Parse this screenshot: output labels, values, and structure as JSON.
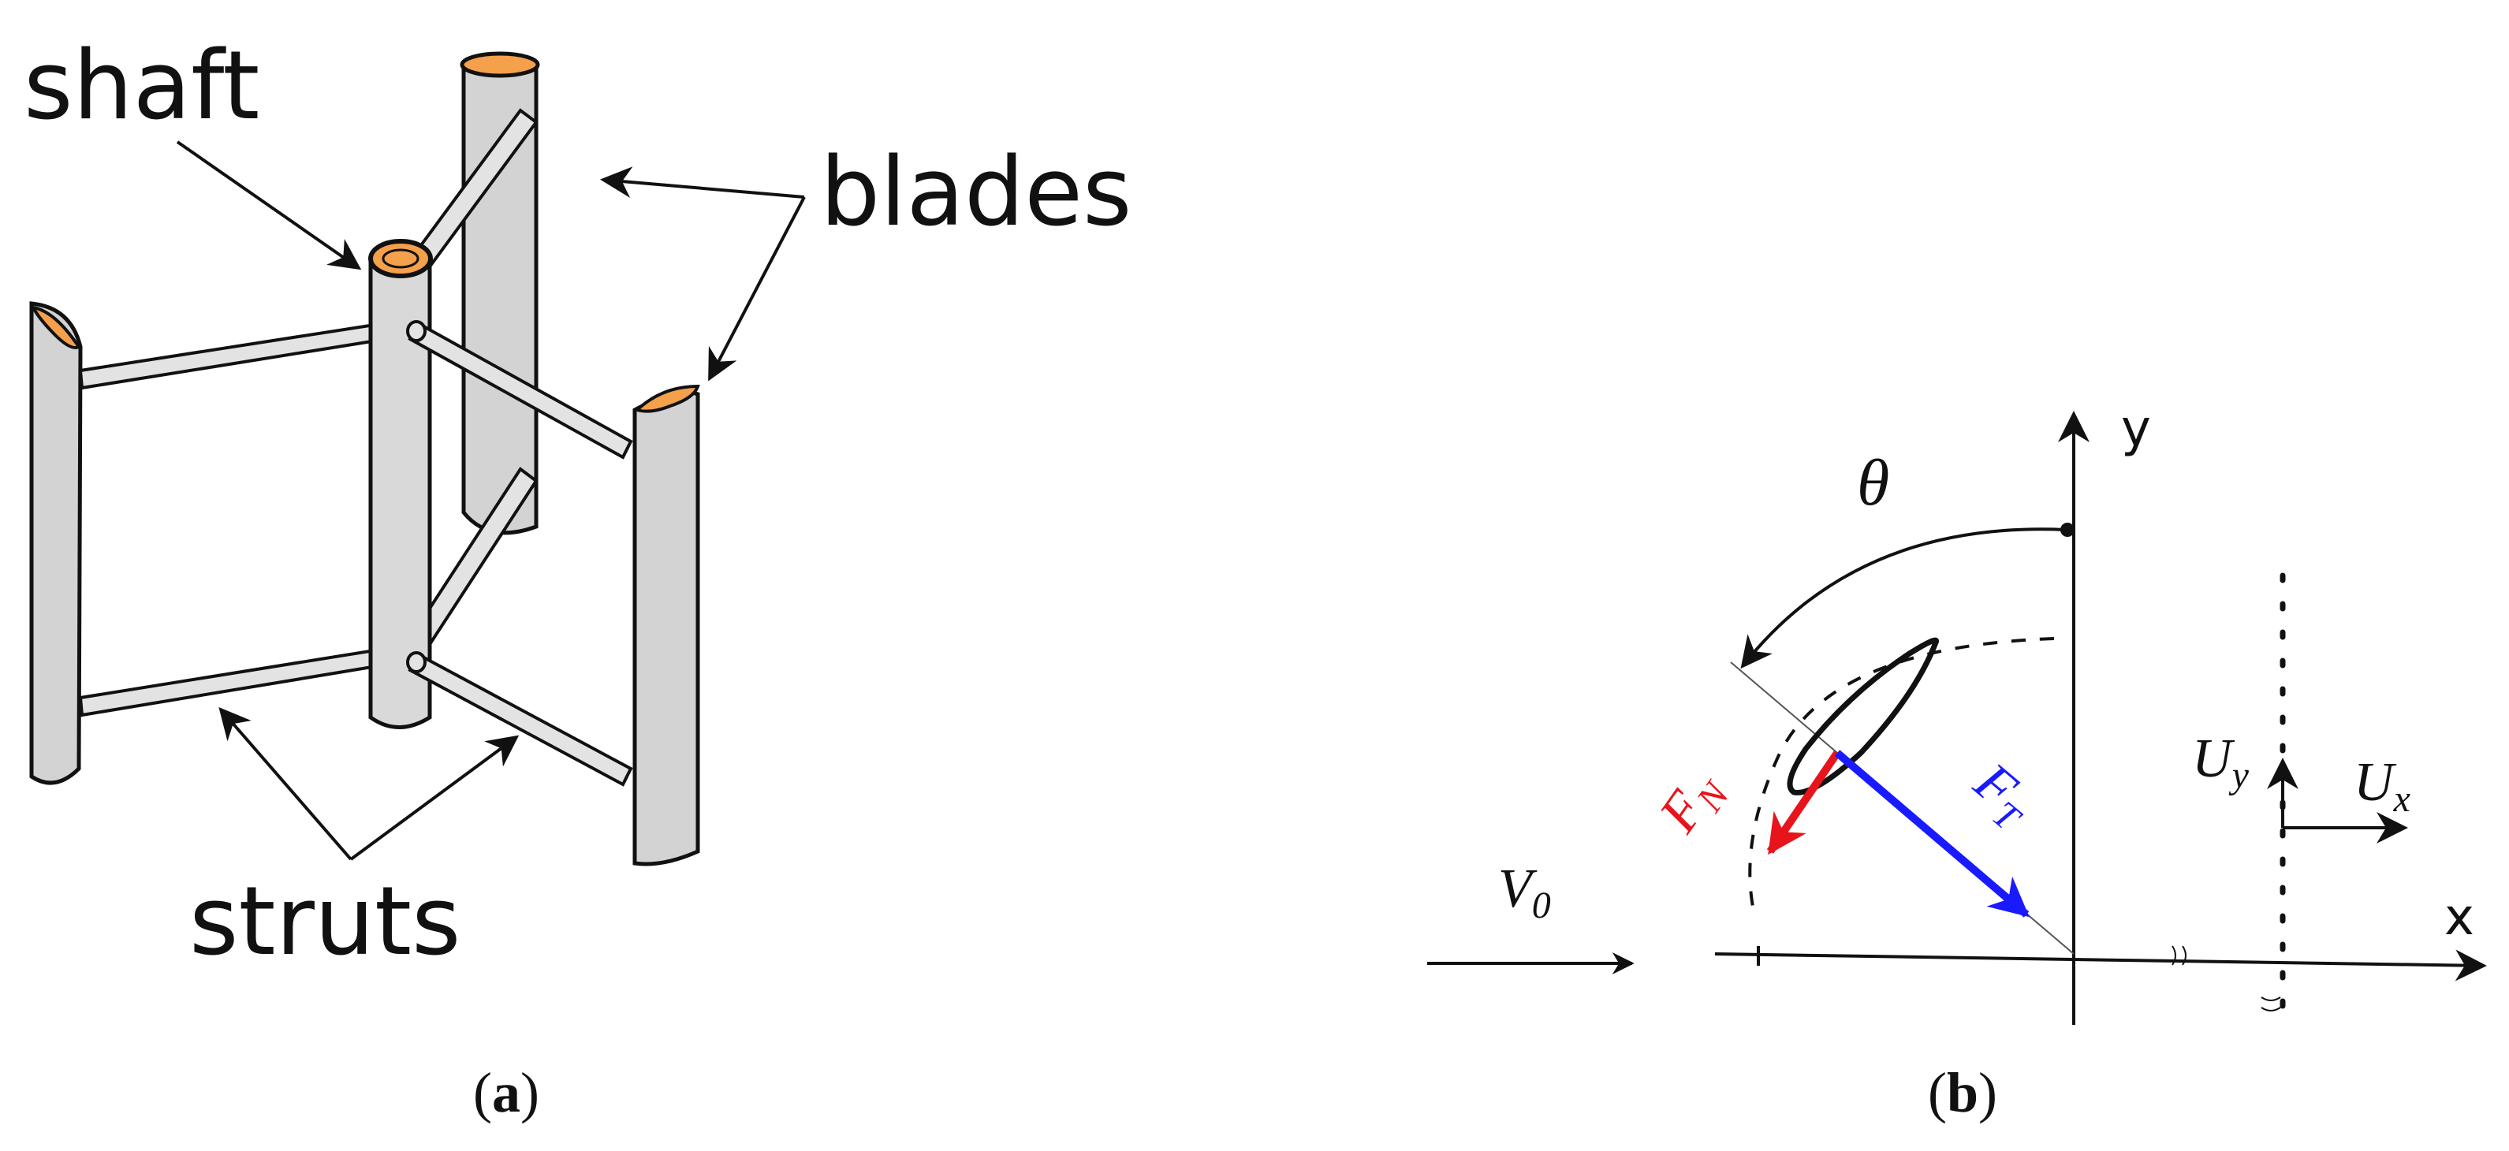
{
  "panel_a": {
    "labels": {
      "shaft": "shaft",
      "blades": "blades",
      "struts": "struts"
    },
    "caption": {
      "open": "(",
      "letter": "a",
      "close": ")"
    },
    "colors": {
      "blade_fill": "#d3d3d3",
      "blade_cap": "#f5a04a",
      "shaft_cap": "#f5a04a",
      "outline": "#111111"
    }
  },
  "panel_b": {
    "labels": {
      "theta": "θ",
      "y_axis": "y",
      "x_axis": "x",
      "v0_main": "V",
      "v0_sub": "0",
      "fn_main": "F",
      "fn_sub": "N",
      "ft_main": "F",
      "ft_sub": "T",
      "uy_main": "U",
      "uy_sub": "y",
      "ux_main": "U",
      "ux_sub": "x"
    },
    "caption": {
      "open": "(",
      "letter": "b",
      "close": ")"
    },
    "colors": {
      "fn_arrow": "#e8141b",
      "ft_arrow": "#1a1aff",
      "axis": "#111111"
    }
  }
}
